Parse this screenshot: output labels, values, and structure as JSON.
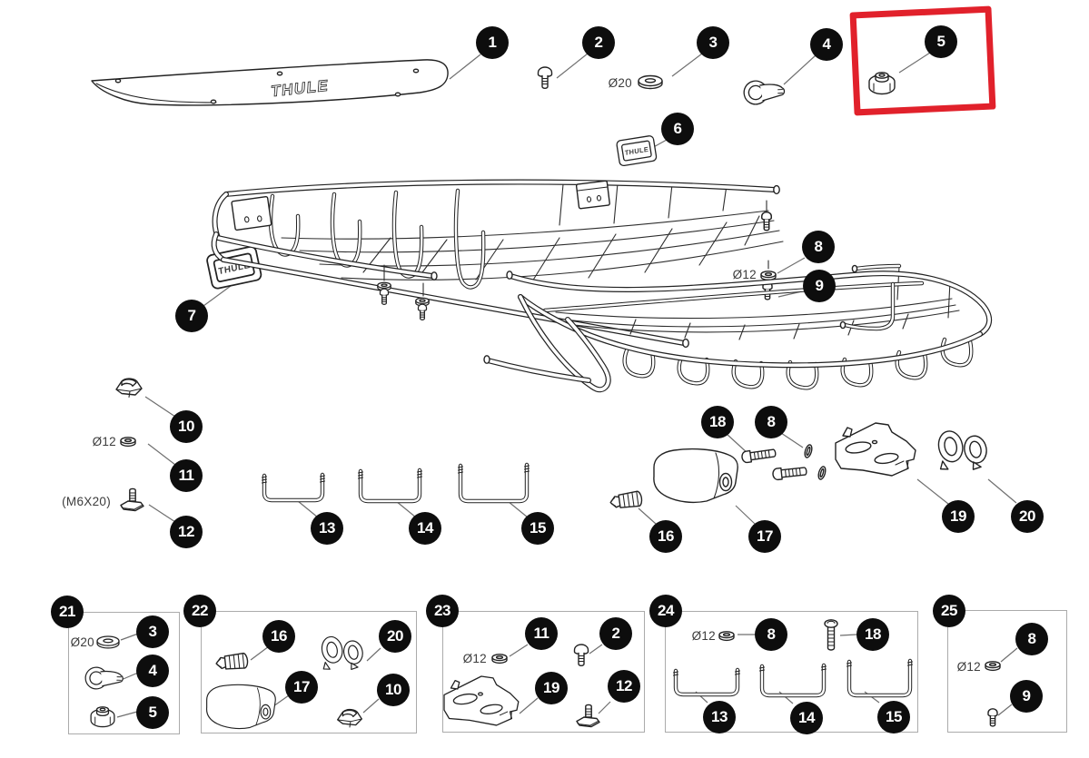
{
  "brand_text": "THULE",
  "labels": {
    "dia20": "Ø20",
    "dia12": "Ø12",
    "m6x20": "(M6X20)"
  },
  "highlight": {
    "color": "#e1212b",
    "highlighted_part": "5"
  },
  "callouts": {
    "c1": "1",
    "c2": "2",
    "c3": "3",
    "c4": "4",
    "c5": "5",
    "c6": "6",
    "c7": "7",
    "c8": "8",
    "c9": "9",
    "c10": "10",
    "c11": "11",
    "c12": "12",
    "c13": "13",
    "c14": "14",
    "c15": "15",
    "c16": "16",
    "c17": "17",
    "c18": "18",
    "c8b": "8",
    "c19": "19",
    "c20": "20"
  },
  "kits": [
    {
      "id": "21",
      "items": {
        "a": "3",
        "b": "4",
        "c": "5"
      }
    },
    {
      "id": "22",
      "items": {
        "a": "16",
        "b": "20",
        "c": "17",
        "d": "10"
      }
    },
    {
      "id": "23",
      "items": {
        "a": "11",
        "b": "2",
        "c": "19",
        "d": "12"
      }
    },
    {
      "id": "24",
      "items": {
        "a": "8",
        "b": "18",
        "c": "13",
        "d": "14",
        "e": "15"
      }
    },
    {
      "id": "25",
      "items": {
        "a": "8",
        "b": "9"
      }
    }
  ]
}
